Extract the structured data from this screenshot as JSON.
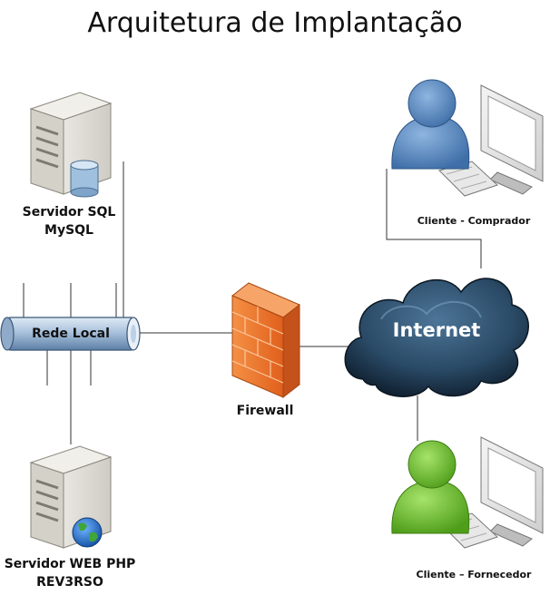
{
  "title": "Arquitetura de Implantação",
  "nodes": {
    "sql_server": {
      "line1": "Servidor SQL",
      "line2": "MySQL"
    },
    "web_server": {
      "line1": "Servidor WEB PHP",
      "line2": "REV3RSO"
    },
    "lan": {
      "label": "Rede Local"
    },
    "firewall": {
      "label": "Firewall"
    },
    "internet": {
      "label": "Internet"
    },
    "buyer": {
      "label": "Cliente - Comprador"
    },
    "supplier": {
      "label": "Cliente – Fornecedor"
    }
  },
  "icons": {
    "sql_server": "server-database-icon",
    "web_server": "server-globe-icon",
    "lan": "network-bus-icon",
    "firewall": "firewall-brick-icon",
    "internet": "cloud-icon",
    "buyer": "user-computer-icon",
    "supplier": "user-computer-icon"
  },
  "colors": {
    "buyer_person": "#5b8cc4",
    "supplier_person": "#6ec22e",
    "firewall": "#f07a2a",
    "cloud": "#2c4f6e"
  }
}
